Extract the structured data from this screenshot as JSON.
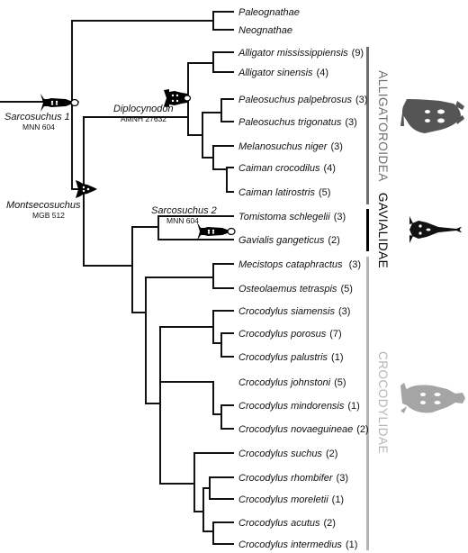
{
  "taxa": [
    {
      "name": "Paleognathae",
      "count": ""
    },
    {
      "name": "Neognathae",
      "count": ""
    },
    {
      "name": "Alligator mississippiensis",
      "count": "(9)"
    },
    {
      "name": "Alligator sinensis",
      "count": "(4)"
    },
    {
      "name": "Paleosuchus palpebrosus",
      "count": "(3)"
    },
    {
      "name": "Paleosuchus trigonatus",
      "count": "(3)"
    },
    {
      "name": "Melanosuchus niger",
      "count": "(3)"
    },
    {
      "name": "Caiman crocodilus",
      "count": "(4)"
    },
    {
      "name": "Caiman latirostris",
      "count": "(5)"
    },
    {
      "name": "Tomistoma schlegelii",
      "count": "(3)"
    },
    {
      "name": "Gavialis gangeticus",
      "count": "(2)"
    },
    {
      "name": "Mecistops cataphractus",
      "count": "(3)"
    },
    {
      "name": "Osteolaemus tetraspis",
      "count": "(5)"
    },
    {
      "name": "Crocodylus siamensis",
      "count": "(3)"
    },
    {
      "name": "Crocodylus porosus",
      "count": "(7)"
    },
    {
      "name": "Crocodylus palustris",
      "count": "(1)"
    },
    {
      "name": "Crocodylus johnstoni",
      "count": "(5)"
    },
    {
      "name": "Crocodylus mindorensis",
      "count": "(1)"
    },
    {
      "name": "Crocodylus novaeguineae",
      "count": "(2)"
    },
    {
      "name": "Crocodylus suchus",
      "count": "(2)"
    },
    {
      "name": "Crocodylus rhombifer",
      "count": "(3)"
    },
    {
      "name": "Crocodylus moreletii",
      "count": "(1)"
    },
    {
      "name": "Crocodylus acutus",
      "count": "(2)"
    },
    {
      "name": "Crocodylus intermedius",
      "count": "(1)"
    }
  ],
  "fossils": [
    {
      "name": "Sarcosuchus 1",
      "specimen": "MNN 604"
    },
    {
      "name": "Diplocynodon",
      "specimen": "AMNH 27632"
    },
    {
      "name": "Montsecosuchus",
      "specimen": "MGB 512"
    },
    {
      "name": "Sarcosuchus 2",
      "specimen": "MNN 604"
    }
  ],
  "groups": [
    {
      "name": "ALLIGATOROIDEA",
      "color": "#6e6e6e"
    },
    {
      "name": "GAVIALIDAE",
      "color": "#000000"
    },
    {
      "name": "CROCODYLIDAE",
      "color": "#b5b5b5"
    }
  ]
}
